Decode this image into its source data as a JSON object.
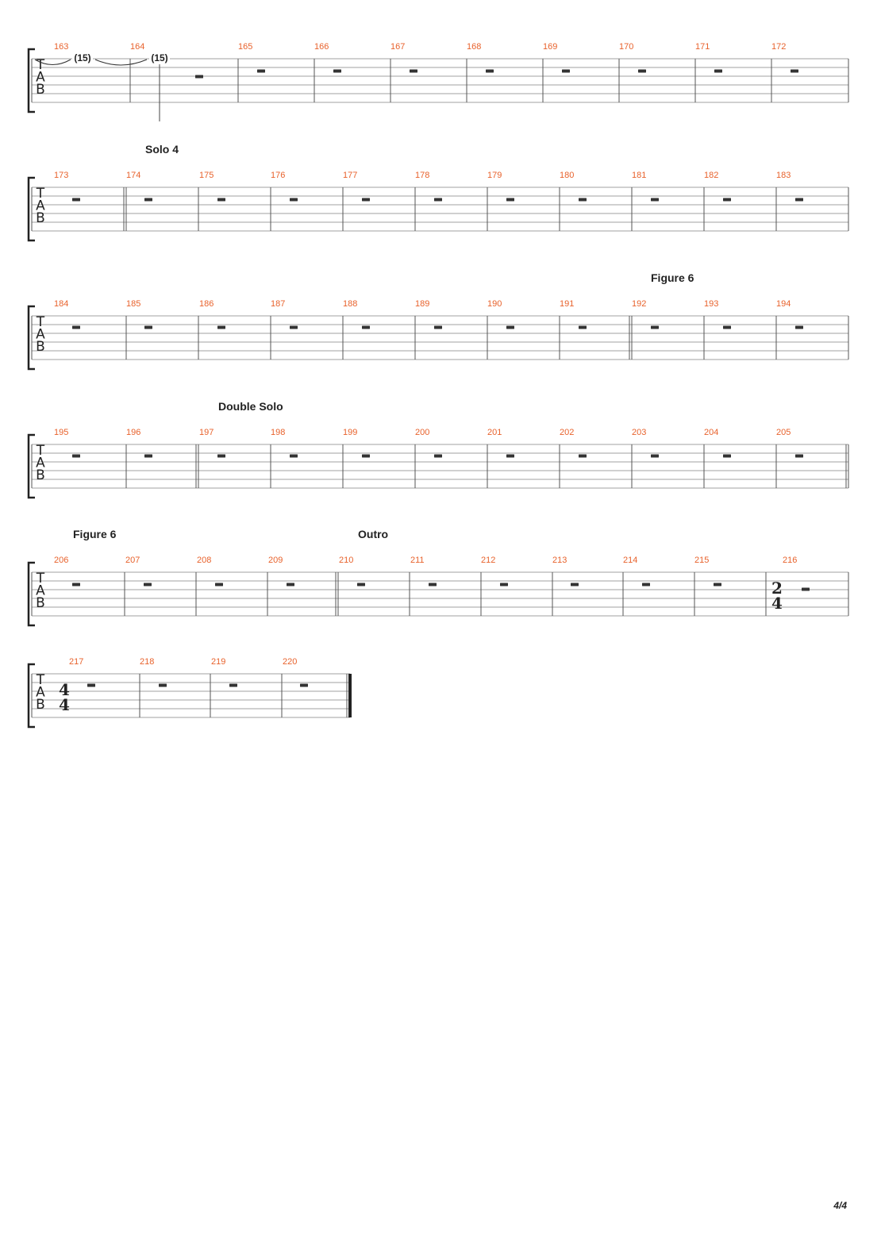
{
  "page_number": "4/4",
  "tab_clef": [
    "T",
    "A",
    "B"
  ],
  "systems": [
    {
      "sections": [],
      "measures": [
        {
          "number": "163"
        },
        {
          "number": "164"
        },
        {
          "number": "165"
        },
        {
          "number": "166"
        },
        {
          "number": "167"
        },
        {
          "number": "168"
        },
        {
          "number": "169"
        },
        {
          "number": "170"
        },
        {
          "number": "171"
        },
        {
          "number": "172"
        }
      ],
      "tied_notes": [
        "(15)",
        "(15)"
      ]
    },
    {
      "sections": [
        {
          "label": "Solo 4",
          "at": 1
        }
      ],
      "measures": [
        {
          "number": "173"
        },
        {
          "number": "174"
        },
        {
          "number": "175"
        },
        {
          "number": "176"
        },
        {
          "number": "177"
        },
        {
          "number": "178"
        },
        {
          "number": "179"
        },
        {
          "number": "180"
        },
        {
          "number": "181"
        },
        {
          "number": "182"
        },
        {
          "number": "183"
        }
      ]
    },
    {
      "sections": [
        {
          "label": "Figure 6",
          "at": 8
        }
      ],
      "measures": [
        {
          "number": "184"
        },
        {
          "number": "185"
        },
        {
          "number": "186"
        },
        {
          "number": "187"
        },
        {
          "number": "188"
        },
        {
          "number": "189"
        },
        {
          "number": "190"
        },
        {
          "number": "191"
        },
        {
          "number": "192"
        },
        {
          "number": "193"
        },
        {
          "number": "194"
        }
      ]
    },
    {
      "sections": [
        {
          "label": "Double Solo",
          "at": 2
        }
      ],
      "measures": [
        {
          "number": "195"
        },
        {
          "number": "196"
        },
        {
          "number": "197"
        },
        {
          "number": "198"
        },
        {
          "number": "199"
        },
        {
          "number": "200"
        },
        {
          "number": "201"
        },
        {
          "number": "202"
        },
        {
          "number": "203"
        },
        {
          "number": "204"
        },
        {
          "number": "205"
        }
      ]
    },
    {
      "sections": [
        {
          "label": "Figure 6",
          "at": 0
        },
        {
          "label": "Outro",
          "at": 4
        }
      ],
      "measures": [
        {
          "number": "206"
        },
        {
          "number": "207"
        },
        {
          "number": "208"
        },
        {
          "number": "209"
        },
        {
          "number": "210"
        },
        {
          "number": "211"
        },
        {
          "number": "212"
        },
        {
          "number": "213"
        },
        {
          "number": "214"
        },
        {
          "number": "215"
        },
        {
          "number": "216",
          "time_signature": [
            "2",
            "4"
          ]
        }
      ]
    },
    {
      "sections": [],
      "measures": [
        {
          "number": "217",
          "time_signature": [
            "4",
            "4"
          ]
        },
        {
          "number": "218"
        },
        {
          "number": "219"
        },
        {
          "number": "220"
        }
      ]
    }
  ]
}
